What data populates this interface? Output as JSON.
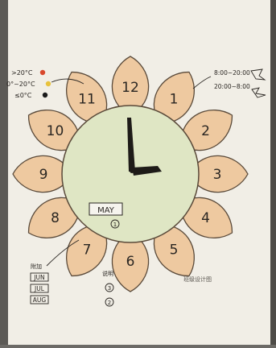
{
  "temperature_legend": [
    {
      "label": ">20°C",
      "color": "#d8482c"
    },
    {
      "label": "0°~20°C",
      "color": "#e8c23c"
    },
    {
      "label": "≤0°C",
      "color": "#1a1a1a"
    }
  ],
  "time_legend": [
    {
      "label": "8:00~20:00",
      "icon": "sun-shape-icon"
    },
    {
      "label": "20:00~8:00",
      "icon": "moon-shape-icon"
    }
  ],
  "clock": {
    "numbers": [
      "12",
      "1",
      "2",
      "3",
      "4",
      "5",
      "6",
      "7",
      "8",
      "9",
      "10",
      "11"
    ],
    "hour_hand_hour": 3,
    "minute_hand_minute": 56
  },
  "month_box": {
    "label": "MAY",
    "circle_digit": "1"
  },
  "side_list": {
    "header": "附加",
    "months": [
      "JUN",
      "JUL",
      "AUG"
    ]
  },
  "lower_list": {
    "header": "说明",
    "digits": [
      "3",
      "2"
    ]
  },
  "signature": "班级设计图",
  "colors": {
    "paper": "#f1eee6",
    "petal_fill": "#eec9a0",
    "petal_stroke": "#5a4a3a",
    "face_fill": "#dfe6c4",
    "ink": "#2a2622",
    "hand": "#1e1b18"
  }
}
